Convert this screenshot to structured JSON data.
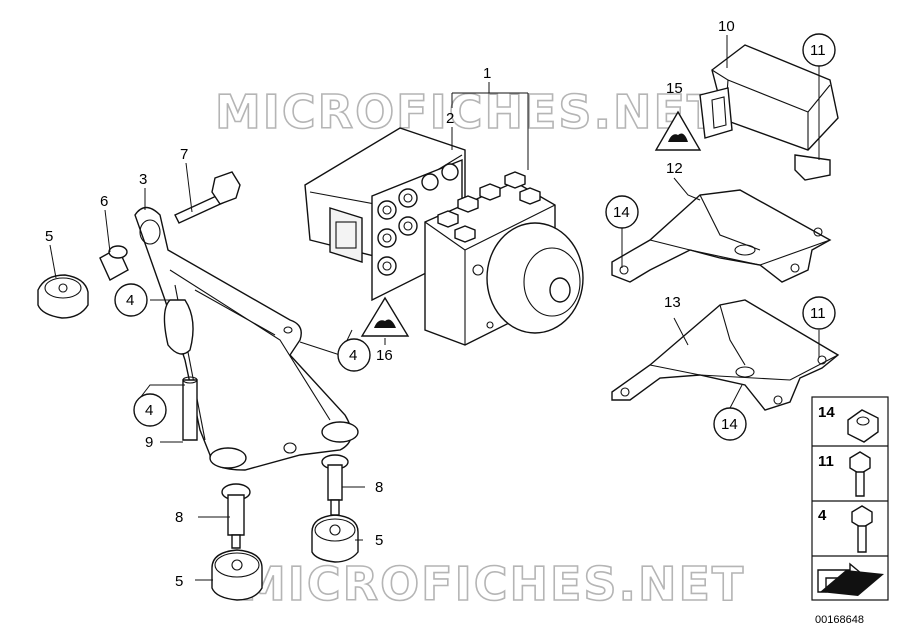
{
  "watermark": "MICROFICHES.NET",
  "diagram_number": "00168648",
  "callouts": {
    "c1": "1",
    "c2": "2",
    "c3": "3",
    "c4a": "4",
    "c4b": "4",
    "c4c": "4",
    "c5a": "5",
    "c5b": "5",
    "c5c": "5",
    "c6": "6",
    "c7": "7",
    "c8a": "8",
    "c8b": "8",
    "c9": "9",
    "c10": "10",
    "c11a": "11",
    "c11b": "11",
    "c12": "12",
    "c13": "13",
    "c14a": "14",
    "c14b": "14",
    "c15": "15",
    "c16": "16"
  },
  "legend": {
    "row1": "14",
    "row2": "11",
    "row3": "4"
  }
}
